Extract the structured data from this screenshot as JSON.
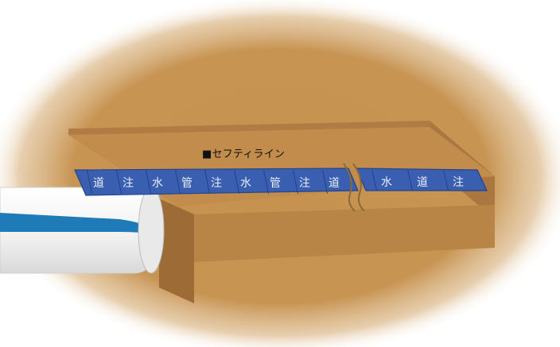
{
  "caption": "■セフティライン",
  "tape": {
    "left_segment_glyphs": [
      "道",
      "注",
      "水",
      "管",
      "注",
      "水",
      "管",
      "注",
      "道"
    ],
    "right_segment_glyphs": [
      "水",
      "道",
      "注"
    ]
  },
  "colors": {
    "background": "#ffffff",
    "soil": "#c6924f",
    "trench_wall_dark": "#a5753f",
    "trench_wall_shade": "#8f6030",
    "tape": "#3a5fb0",
    "tape_dark": "#22438c",
    "pipe_body": "#f3f3f3",
    "pipe_stripe": "#1e7bb8"
  }
}
